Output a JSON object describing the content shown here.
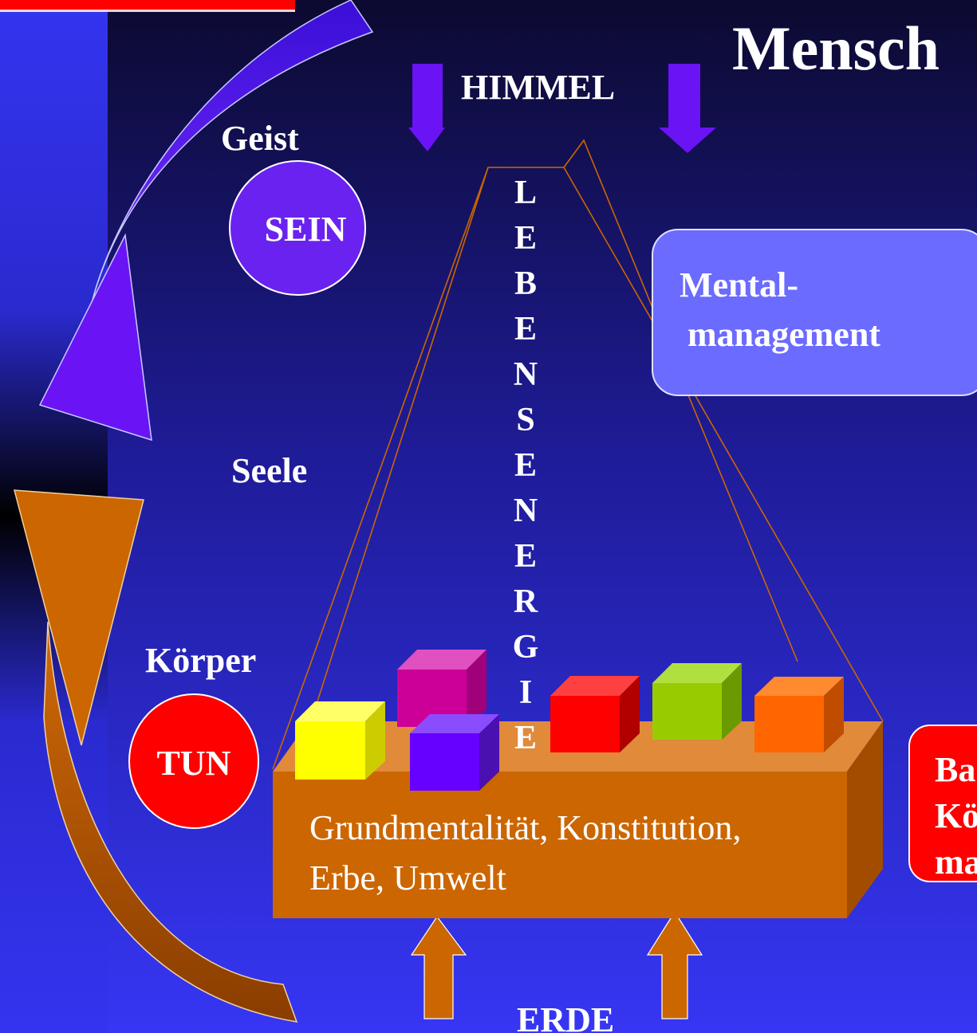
{
  "title": "Mensch",
  "top_left_tab": "",
  "himmel": "HIMMEL",
  "erde": "ERDE",
  "levels": {
    "geist": "Geist",
    "seele": "Seele",
    "koerper": "Körper"
  },
  "circles": {
    "sein": "SEIN",
    "tun": "TUN"
  },
  "vertical_word": [
    "L",
    "E",
    "B",
    "E",
    "N",
    "S",
    "E",
    "N",
    "E",
    "R",
    "G",
    "I",
    "E"
  ],
  "mental_box": {
    "line1": "Mental-",
    "line2": "management"
  },
  "base": {
    "line1": "Grundmentalität, Konstitution,",
    "line2": "Erbe, Umwelt"
  },
  "red_box": {
    "line1": "Ba",
    "line2": "Kö",
    "line3": "ma"
  },
  "colors": {
    "bg_top": "#0d0b33",
    "bg_bottom": "#3535f2",
    "purple": "#6a14f5",
    "orange": "#cc6600",
    "mental_box": "#6b6bff",
    "red": "#ff0000",
    "sein_circle": "#6a22f0",
    "tun_circle": "#ff0000"
  }
}
